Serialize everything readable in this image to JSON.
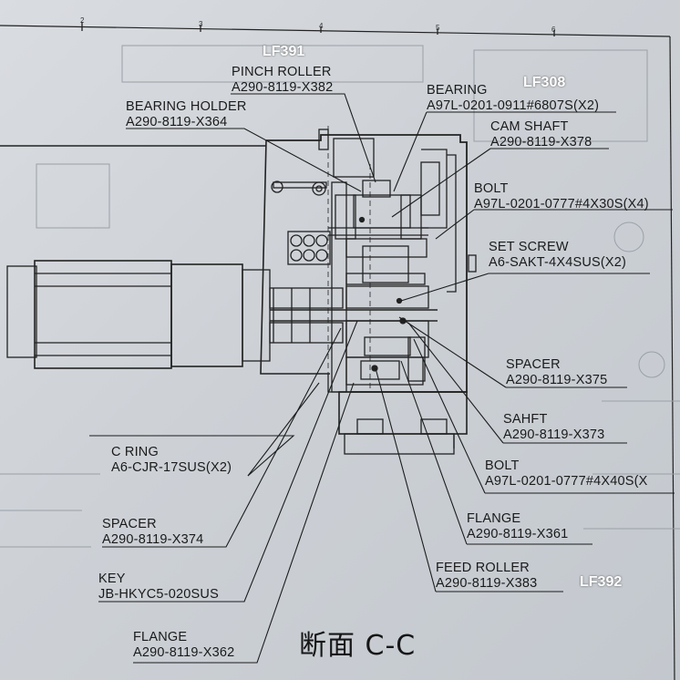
{
  "ruler_ticks": [
    "2",
    "3",
    "4",
    "5",
    "6"
  ],
  "tags": {
    "lf391": "LF391",
    "lf308": "LF308",
    "lf392": "LF392"
  },
  "section_title": "断面 C-C",
  "parts": {
    "pinch_roller": {
      "name": "PINCH ROLLER",
      "part_no": "A290-8119-X382"
    },
    "bearing_holder": {
      "name": "BEARING HOLDER",
      "part_no": "A290-8119-X364"
    },
    "bearing": {
      "name": "BEARING",
      "part_no": "A97L-0201-0911#6807S(X2)"
    },
    "cam_shaft": {
      "name": "CAM SHAFT",
      "part_no": "A290-8119-X378"
    },
    "bolt_top": {
      "name": "BOLT",
      "part_no": "A97L-0201-0777#4X30S(X4)"
    },
    "set_screw": {
      "name": "SET SCREW",
      "part_no": "A6-SAKT-4X4SUS(X2)"
    },
    "spacer_right": {
      "name": "SPACER",
      "part_no": "A290-8119-X375"
    },
    "shaft": {
      "name": "SAHFT",
      "part_no": "A290-8119-X373"
    },
    "bolt_bottom": {
      "name": "BOLT",
      "part_no": "A97L-0201-0777#4X40S(X"
    },
    "flange_right": {
      "name": "FLANGE",
      "part_no": "A290-8119-X361"
    },
    "feed_roller": {
      "name": "FEED ROLLER",
      "part_no": "A290-8119-X383"
    },
    "c_ring": {
      "name": "C RING",
      "part_no": "A6-CJR-17SUS(X2)"
    },
    "spacer_left": {
      "name": "SPACER",
      "part_no": "A290-8119-X374"
    },
    "key": {
      "name": "KEY",
      "part_no": "JB-HKYC5-020SUS"
    },
    "flange_left": {
      "name": "FLANGE",
      "part_no": "A290-8119-X362"
    }
  }
}
